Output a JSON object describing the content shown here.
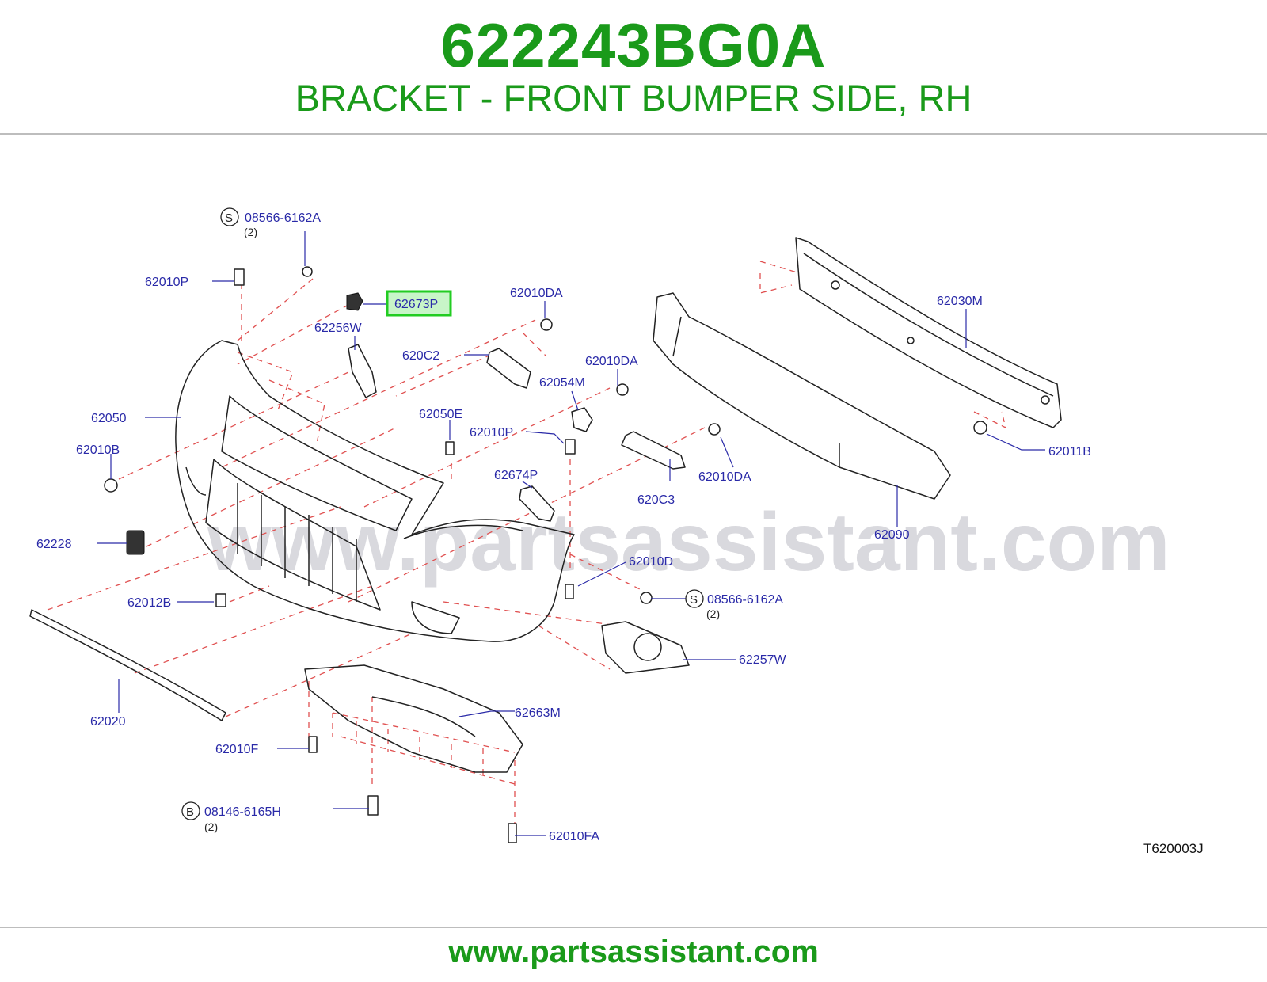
{
  "header": {
    "part_number": "622243BG0A",
    "description": "BRACKET - FRONT BUMPER SIDE, RH"
  },
  "diagram": {
    "watermark": "www.partsassistant.com",
    "reference_code": "T620003J",
    "highlighted_part": "62673P",
    "labels": {
      "p08566_top": "08566-6162A",
      "p08566_top_qty": "(2)",
      "p62010P_a": "62010P",
      "p62673P": "62673P",
      "p62256W": "62256W",
      "p62010DA_a": "62010DA",
      "p620C2": "620C2",
      "p62010DA_b": "62010DA",
      "p62054M": "62054M",
      "p62050": "62050",
      "p62050E": "62050E",
      "p62010P_b": "62010P",
      "p62010B": "62010B",
      "p62674P": "62674P",
      "p620C3": "620C3",
      "p62010DA_c": "62010DA",
      "p62030M": "62030M",
      "p62011B": "62011B",
      "p62090": "62090",
      "p62228": "62228",
      "p62010D": "62010D",
      "p08566_bot": "08566-6162A",
      "p08566_bot_qty": "(2)",
      "p62012B": "62012B",
      "p62257W": "62257W",
      "p62663M": "62663M",
      "p62020": "62020",
      "p62010F": "62010F",
      "p08146": "08146-6165H",
      "p08146_qty": "(2)",
      "p62010FA": "62010FA",
      "circle_s": "S",
      "circle_s2": "S",
      "circle_b": "B"
    }
  },
  "footer": {
    "url": "www.partsassistant.com"
  },
  "colors": {
    "brand_green": "#1a9a1a",
    "label_blue": "#2a2aa8",
    "dash_red": "#e05050",
    "highlight_green": "#22cc22"
  }
}
